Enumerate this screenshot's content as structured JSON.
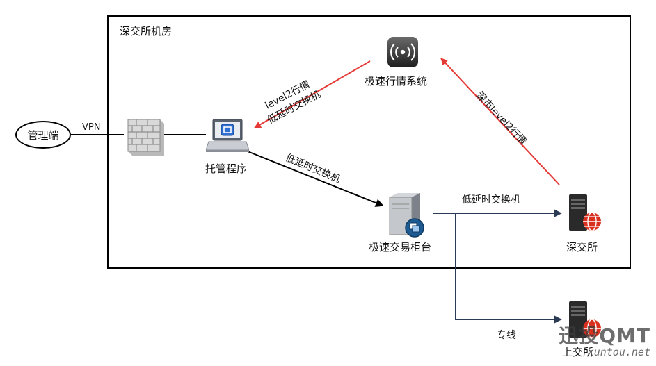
{
  "room": {
    "label": "深交所机房"
  },
  "nodes": {
    "admin": "管理端",
    "hosting": "托管程序",
    "quote_system": "极速行情系统",
    "trading_cabinet": "极速交易柜台",
    "szse": "深交所",
    "sse": "上交所"
  },
  "edges": {
    "vpn": "VPN",
    "level2_to_host_line1": "level2行情",
    "level2_to_host_line2": "低延时交换机",
    "host_to_cabinet": "低延时交换机",
    "cabinet_to_szse": "低延时交换机",
    "szse_to_quote": "深市level2行情",
    "dedicated_line": "专线"
  },
  "watermark": {
    "main": "迅投QMT",
    "sub": "xuntou.net"
  },
  "colors": {
    "red_arrow": "#e53935",
    "navy_line": "#2b3a55",
    "black_line": "#000000"
  },
  "icons": {
    "firewall": "firewall-icon",
    "laptop": "laptop-icon",
    "broadcast": "broadcast-icon",
    "server": "server-icon",
    "web_server": "web-server-icon"
  }
}
